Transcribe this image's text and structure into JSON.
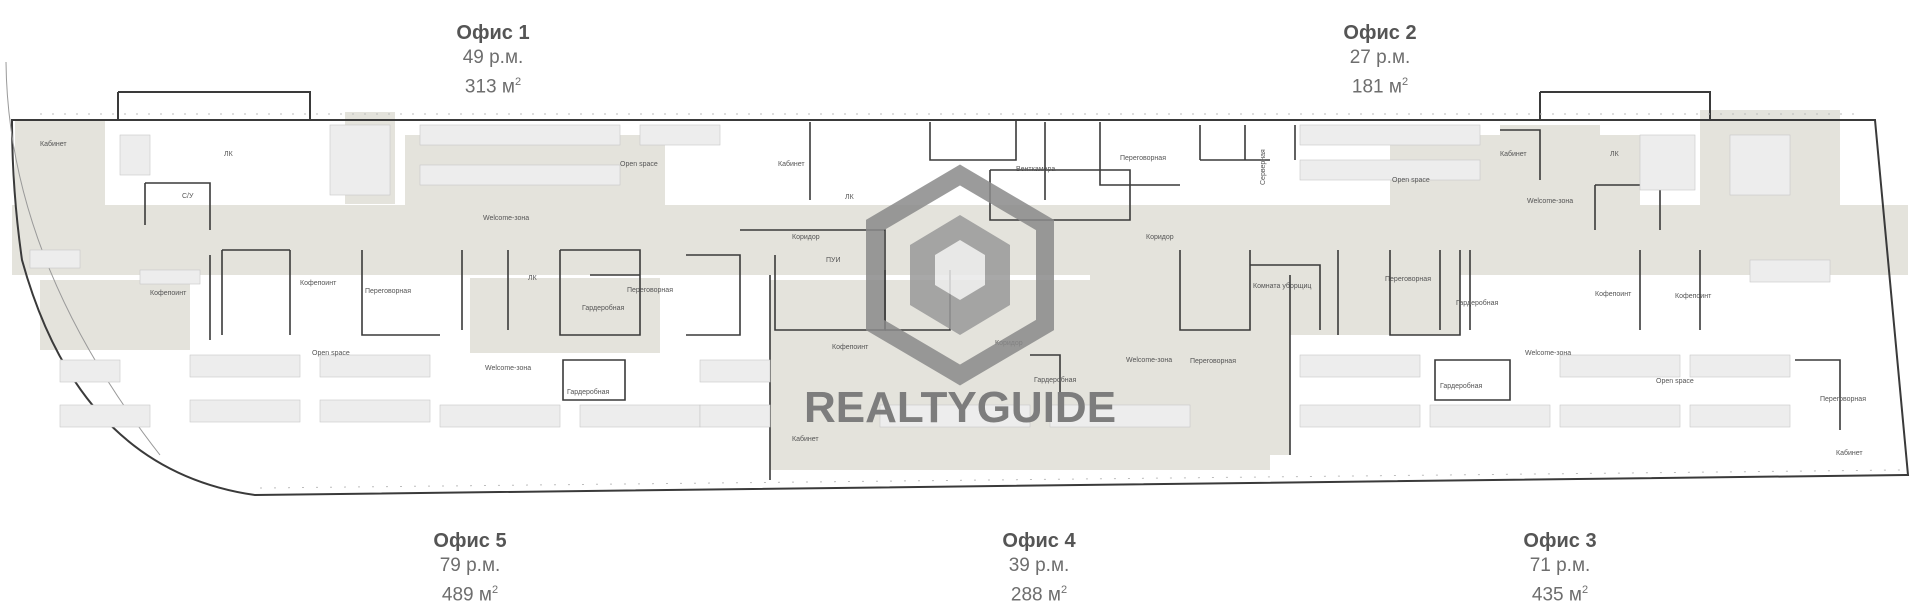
{
  "offices": [
    {
      "id": "office1",
      "title": "Офис 1",
      "seats": "49 р.м.",
      "area": "313 м",
      "area_sup": "2"
    },
    {
      "id": "office2",
      "title": "Офис 2",
      "seats": "27 р.м.",
      "area": "181 м",
      "area_sup": "2"
    },
    {
      "id": "office5",
      "title": "Офис 5",
      "seats": "79 р.м.",
      "area": "489 м",
      "area_sup": "2"
    },
    {
      "id": "office4",
      "title": "Офис 4",
      "seats": "39 р.м.",
      "area": "288 м",
      "area_sup": "2"
    },
    {
      "id": "office3",
      "title": "Офис 3",
      "seats": "71 р.м.",
      "area": "435 м",
      "area_sup": "2"
    }
  ],
  "watermark": {
    "text": "REALTYGUIDE",
    "color": "#7d7d7d"
  },
  "colors": {
    "zone": "#e4e3dc",
    "wall": "#3a3a3a",
    "thin": "#9a9a9a",
    "desk": "#cfcfcf"
  },
  "rooms": {
    "kabinet_left": "Кабинет",
    "lk1": "ЛК",
    "su1": "С/У",
    "openspace1": "Open space",
    "kabinet1": "Кабинет",
    "welcome1": "Welcome-зона",
    "kofepoint1": "Кофепоинт",
    "kofepoint2": "Кофепоинт",
    "peregovornaya1": "Переговорная",
    "lk2": "ЛК",
    "garderobnaya1": "Гардеробная",
    "peregovornaya2": "Переговорная",
    "ventkamera": "Венткамера",
    "koridor1": "Коридор",
    "koridor2": "Коридор",
    "koridor3": "Коридор",
    "lk3": "ЛК",
    "pui": "ПУИ",
    "kofepoint3": "Кофепоинт",
    "kabinet4": "Кабинет",
    "garderobnaya2": "Гардеробная",
    "welcome4": "Welcome-зона",
    "peregovornaya4": "Переговорная",
    "peregovornaya5": "Переговорная",
    "servernaya": "Серверная",
    "openspace2": "Open space",
    "kabinet2": "Кабинет",
    "welcome2": "Welcome-зона",
    "lk4": "ЛК",
    "peregovornaya3": "Переговорная",
    "garderobnaya3": "Гардеробная",
    "kofepoint4": "Кофепоинт",
    "kofepoint5": "Кофепоинт",
    "openspace3": "Open space",
    "welcome3": "Welcome-зона",
    "garderobnaya4": "Гардеробная",
    "peregovornaya6": "Переговорная",
    "kabinet3": "Кабинет",
    "openspace5": "Open space",
    "welcome5": "Welcome-зона",
    "garderobnaya5": "Гардеробная",
    "komnata": "Комната уборщиц"
  }
}
